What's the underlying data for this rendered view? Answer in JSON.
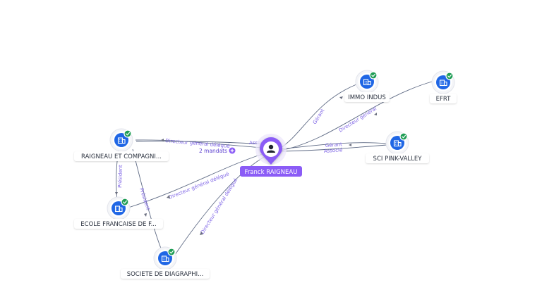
{
  "colors": {
    "person_accent": "#8b5cf6",
    "company_node": "#1f66e5",
    "verified_badge": "#1f9d55",
    "edge_label": "#7f65e6"
  },
  "person": {
    "name": "Franck RAIGNEAU",
    "icon": "person-icon",
    "mandats": "2 mandats"
  },
  "companies": [
    {
      "id": "immo",
      "name": "IMMO INDUS",
      "icon": "building-icon",
      "verified": true
    },
    {
      "id": "efrt",
      "name": "EFRT",
      "icon": "building-icon",
      "verified": true
    },
    {
      "id": "raigneau",
      "name": "RAIGNEAU ET COMPAGNI...",
      "icon": "building-icon",
      "verified": true
    },
    {
      "id": "sci",
      "name": "SCI PINK-VALLEY",
      "icon": "building-icon",
      "verified": true
    },
    {
      "id": "ecole",
      "name": "ECOLE FRANCAISE DE F...",
      "icon": "building-icon",
      "verified": true
    },
    {
      "id": "societe",
      "name": "SOCIETE DE DIAGRAPHI...",
      "icon": "building-icon",
      "verified": true
    }
  ],
  "relations": [
    {
      "from": "person",
      "to": "immo",
      "label": "Gérant"
    },
    {
      "from": "person",
      "to": "efrt",
      "label": "Directeur général"
    },
    {
      "from": "person",
      "to": "raigneau",
      "label": "Directeur général délégué"
    },
    {
      "from": "person",
      "to": "raigneau",
      "label": "Associé"
    },
    {
      "from": "person",
      "to": "sci",
      "label": "Gérant"
    },
    {
      "from": "person",
      "to": "sci",
      "label": "Associé"
    },
    {
      "from": "person",
      "to": "ecole",
      "label": "Directeur général délégué"
    },
    {
      "from": "person",
      "to": "societe",
      "label": "Directeur général délégué"
    },
    {
      "from": "raigneau",
      "to": "ecole",
      "label": "Président"
    },
    {
      "from": "raigneau",
      "to": "societe",
      "label": "Président"
    }
  ]
}
